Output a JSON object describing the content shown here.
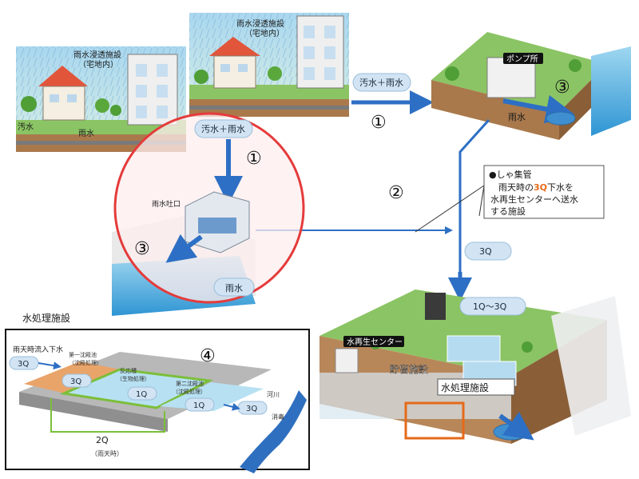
{
  "houses_left": {
    "label_line1": "雨水浸透施設",
    "label_line2": "（宅地内）",
    "sewage": "汚水",
    "rain": "雨水"
  },
  "houses_right": {
    "label_line1": "雨水浸透施設",
    "label_line2": "（宅地内）"
  },
  "flows": {
    "top_pill": "汚水＋雨水",
    "mid_pill": "汚水＋雨水",
    "q3_pill": "3Q",
    "q13_pill": "1Q〜3Q"
  },
  "markers": {
    "one": "①",
    "two": "②",
    "three": "③",
    "four": "④"
  },
  "pump": {
    "title": "ポンプ所",
    "rain": "雨水"
  },
  "outfall": {
    "title": "雨水吐口",
    "rain": "雨水"
  },
  "callout": {
    "line1": "●しゃ集管",
    "line2_pre": "雨天時の",
    "line2_q": "3Q",
    "line2_post": "下水を",
    "line3": "水再生センターへ送水",
    "line4": "する施設"
  },
  "plant": {
    "center": "水再生センター",
    "storage": "貯留施設",
    "treatment": "水処理施設"
  },
  "inset": {
    "title": "水処理施設",
    "inflow": "雨天時流入下水",
    "q3a": "3Q",
    "q3b": "3Q",
    "q1a": "1Q",
    "q1b": "1Q",
    "q3out": "3Q",
    "q2": "2Q",
    "q2_note": "（雨天時）",
    "first_settle_l1": "第一沈殿池",
    "first_settle_l2": "（沈殿処理）",
    "reaction_l1": "反応槽",
    "reaction_l2": "（生物処理）",
    "second_settle_l1": "第二沈殿池",
    "second_settle_l2": "（沈殿処理）",
    "river": "河川",
    "disinfect": "消毒"
  },
  "colors": {
    "arrow": "#2d6fc4",
    "circle": "#e53b3b",
    "q3": "#e56a1a",
    "green": "#7bbf3a"
  }
}
